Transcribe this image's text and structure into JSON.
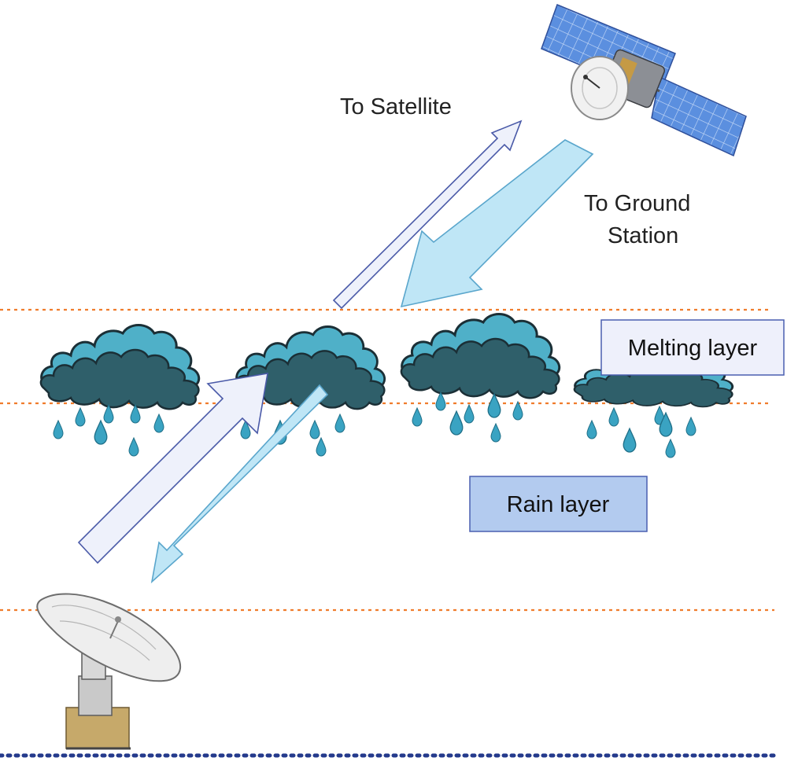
{
  "labels": {
    "to_satellite": "To Satellite",
    "to_ground_line1": "To Ground",
    "to_ground_line2": "Station",
    "melting_layer": "Melting layer",
    "rain_layer": "Rain layer"
  },
  "icons": {
    "satellite": "satellite-icon",
    "ground_dish": "ground-station-dish-icon",
    "cloud": "rain-cloud-icon"
  },
  "colors": {
    "layer_line": "#f07c2c",
    "ground_line": "#243a8c",
    "uplink_fill": "#eef1fb",
    "uplink_stroke": "#4a5aa8",
    "downlink_fill": "#bfe6f6",
    "downlink_stroke": "#5aa6cc",
    "cloud_dark": "#2f5f6a",
    "cloud_light": "#4fb0c8",
    "rain_drop": "#3aa3c2",
    "melting_box_fill": "#eef0fb",
    "rain_box_fill": "#b3cbef",
    "box_stroke": "#4a5fb0"
  }
}
